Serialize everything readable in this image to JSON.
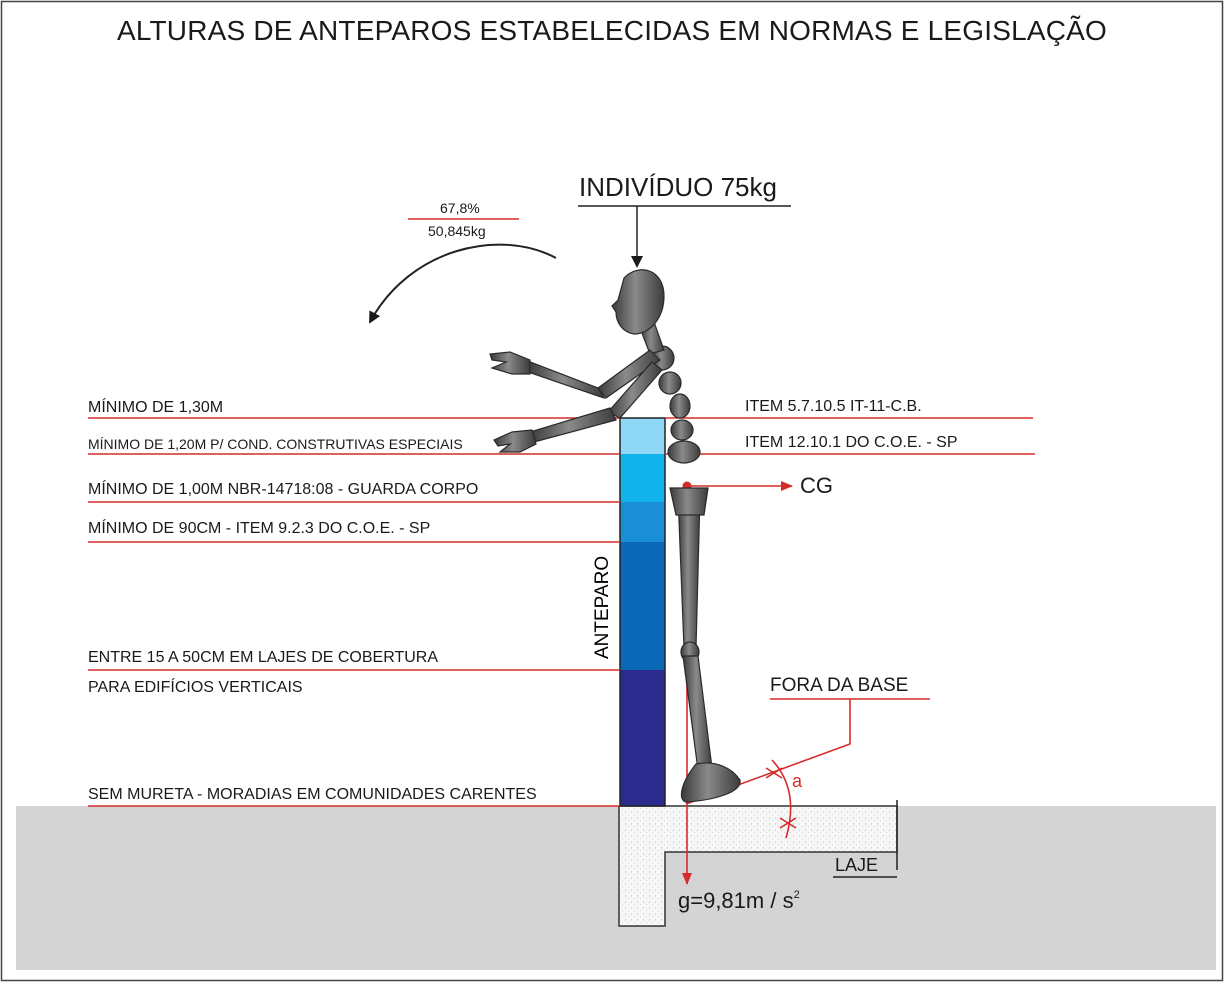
{
  "title": "ALTURAS DE ANTEPAROS ESTABELECIDAS EM NORMAS E LEGISLAÇÃO",
  "individual": "INDIVÍDUO 75kg",
  "rotation": {
    "percent": "67,8%",
    "mass": "50,845kg"
  },
  "left_labels": [
    "MÍNIMO DE 1,30M",
    "MÍNIMO DE 1,20M P/ COND. CONSTRUTIVAS ESPECIAIS",
    "MÍNIMO DE 1,00M NBR-14718:08 - GUARDA CORPO",
    "MÍNIMO DE 90CM - ITEM 9.2.3 DO C.O.E. - SP",
    "ENTRE 15 A 50CM EM LAJES DE COBERTURA",
    "PARA EDIFÍCIOS VERTICAIS",
    "SEM MURETA - MORADIAS EM COMUNIDADES CARENTES"
  ],
  "right_labels": [
    "ITEM 5.7.10.5 IT-11-C.B.",
    "ITEM 12.10.1 DO C.O.E. - SP"
  ],
  "wall_label": "ANTEPARO",
  "cg": "CG",
  "outside_base": "FORA DA BASE",
  "angle": "a",
  "slab": "LAJE",
  "gravity": "g=9,81m / s",
  "gravity_exp": "2",
  "colors": {
    "red": "#d62b2b",
    "wall": [
      "#8ed8f5",
      "#12b3ea",
      "#1a8fd6",
      "#0b68b9",
      "#2b2a8e"
    ],
    "ground": "#d4d4d4"
  }
}
